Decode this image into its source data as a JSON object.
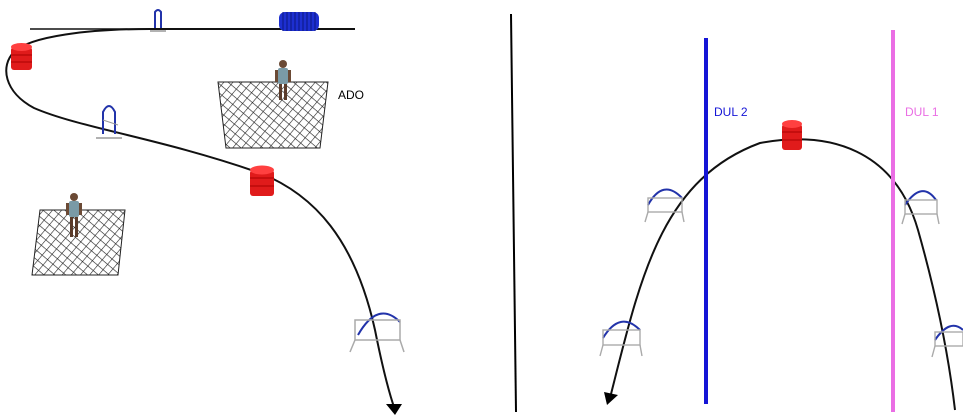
{
  "left_panel": {
    "zone_label": "ADO"
  },
  "right_panel": {
    "lines": [
      {
        "label": "DUL 2",
        "color": "#1515d6"
      },
      {
        "label": "DUL 1",
        "color": "#ea6ee4"
      }
    ]
  },
  "colors": {
    "path": "#111111",
    "barrel": "#e01b1b",
    "hoop": "#2233aa",
    "tunnel": "#1d2fd0",
    "mat": "#222222",
    "divider": "#000000"
  }
}
